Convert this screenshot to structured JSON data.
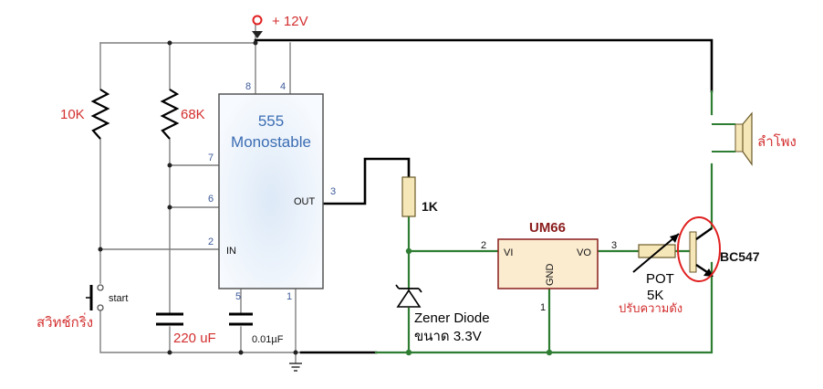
{
  "supply": {
    "label": "+ 12V"
  },
  "resistors": {
    "r1": "10K",
    "r2": "68K",
    "r3": "1K"
  },
  "ic555": {
    "name": "555",
    "mode": "Monostable",
    "out_label": "OUT",
    "in_label": "IN",
    "pins": {
      "p8": "8",
      "p4": "4",
      "p7": "7",
      "p6": "6",
      "p2": "2",
      "p3": "3",
      "p5": "5",
      "p1": "1"
    }
  },
  "capacitors": {
    "c1": "220 uF",
    "c2": "0.01µF"
  },
  "switch": {
    "label": "start",
    "thai_label": "สวิทช์กริ่ง"
  },
  "zener": {
    "line1": "Zener Diode",
    "line2": "ขนาด 3.3V"
  },
  "um66": {
    "name": "UM66",
    "vi": "VI",
    "vo": "VO",
    "gnd": "GND",
    "pins": {
      "p2": "2",
      "p3": "3",
      "p1": "1"
    }
  },
  "pot": {
    "name": "POT",
    "value": "5K",
    "thai_label": "ปรับความดัง"
  },
  "transistor": {
    "name": "BC547"
  },
  "speaker": {
    "label": "ลำโพง"
  },
  "colors": {
    "red": "#d32f2f",
    "green": "#2e7d32",
    "chip_fill": "#eaf2fb",
    "chip_text": "#3b6db3",
    "pot_fill": "#f6e7b8",
    "um66_fill": "#fbecd0",
    "wire_gray": "#7f7f7f"
  }
}
